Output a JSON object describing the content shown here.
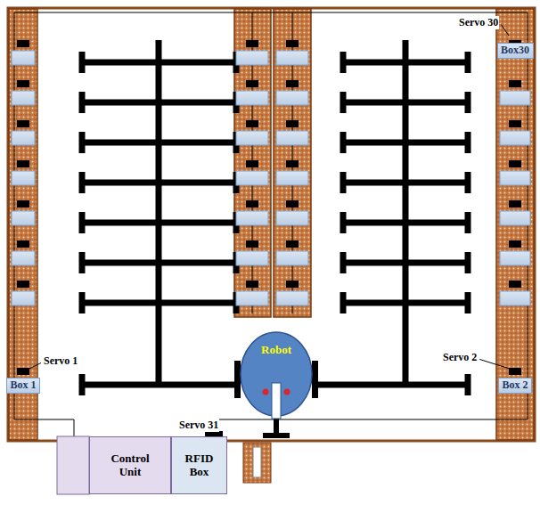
{
  "diagram": {
    "nodes": [
      {
        "text": [
          "Box30"
        ]
      },
      {
        "text": [
          "Robot"
        ]
      },
      {
        "text": [
          "Box 1"
        ]
      },
      {
        "text": [
          "Box 2"
        ]
      },
      {
        "text": [
          "Control Unit"
        ]
      },
      {
        "text": [
          "RFID Box"
        ]
      }
    ],
    "labels": [
      "Servo 30",
      "Servo 1",
      "Servo 2",
      "Servo 31"
    ]
  }
}
